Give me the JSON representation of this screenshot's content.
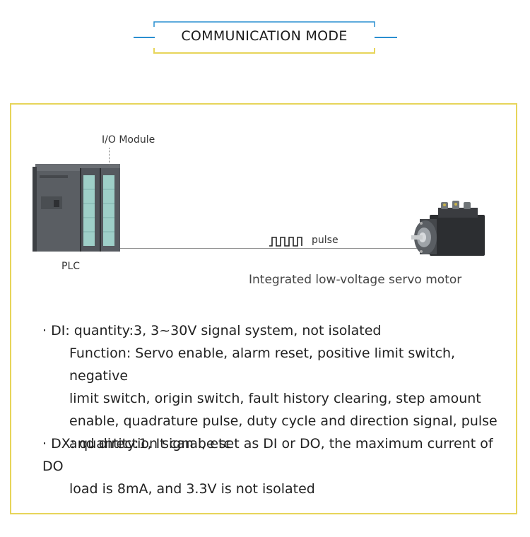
{
  "header": {
    "title": "COMMUNICATION MODE"
  },
  "diagram": {
    "io_module_label": "I/O Module",
    "plc_label": "PLC",
    "pulse_label": "pulse",
    "motor_caption": "Integrated low-voltage servo motor"
  },
  "specs": {
    "di": {
      "line1": "· DI: quantity:3, 3~30V signal system, not isolated",
      "line2": "Function: Servo enable, alarm reset, positive limit switch, negative",
      "line3": "limit switch, origin switch, fault history clearing, step amount",
      "line4": "enable, quadrature pulse, duty cycle and direction signal, pulse",
      "line5": "and direction signal, etc"
    },
    "dx": {
      "line1": "· DX: quantity:1, It can be set as DI or DO, the maximum current of DO",
      "line2": "load is 8mA, and 3.3V is not isolated"
    }
  },
  "colors": {
    "accent_blue": "#2a8fd0",
    "accent_yellow": "#e7d55a"
  }
}
